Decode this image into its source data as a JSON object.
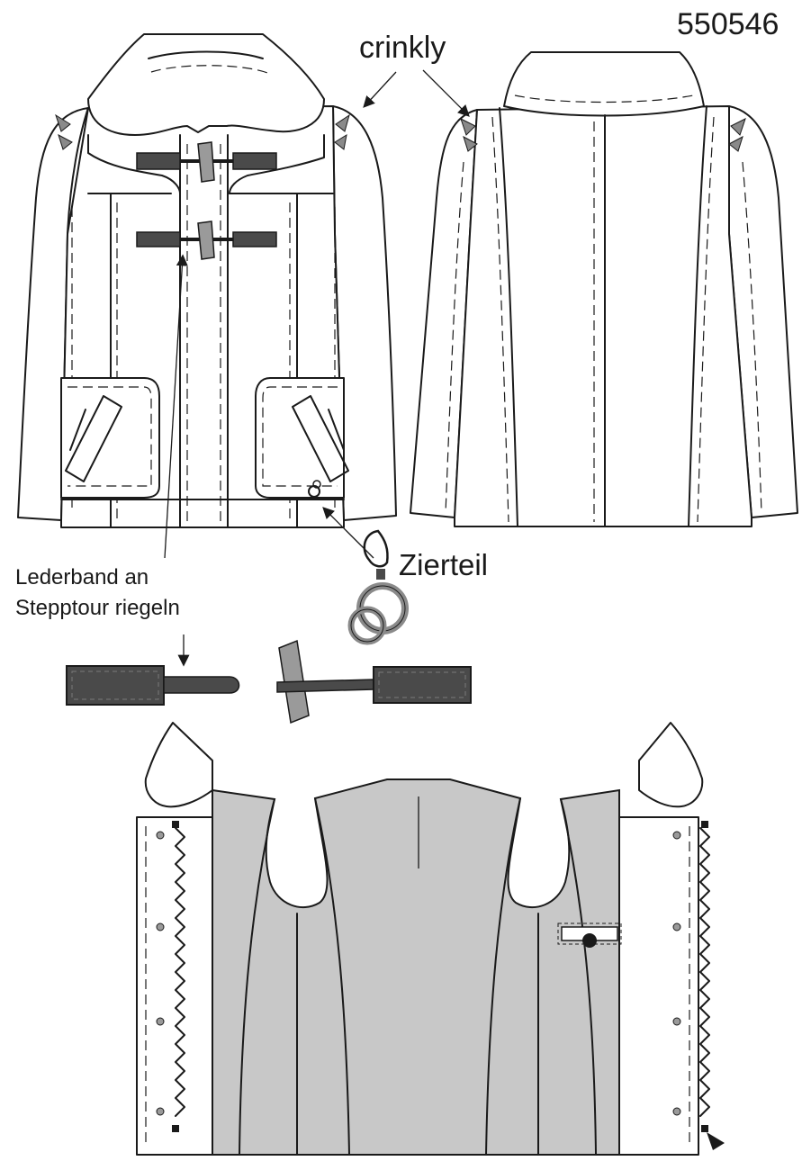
{
  "model_number": "550546",
  "labels": {
    "crinkly": "crinkly",
    "zierteil": "Zierteil",
    "lederband_line1": "Lederband an",
    "lederband_line2": "Stepptour riegeln"
  },
  "colors": {
    "line": "#1a1a1a",
    "leather": "#4a4a4a",
    "lining": "#c8c8c8",
    "accent_grey": "#9a9a9a"
  }
}
